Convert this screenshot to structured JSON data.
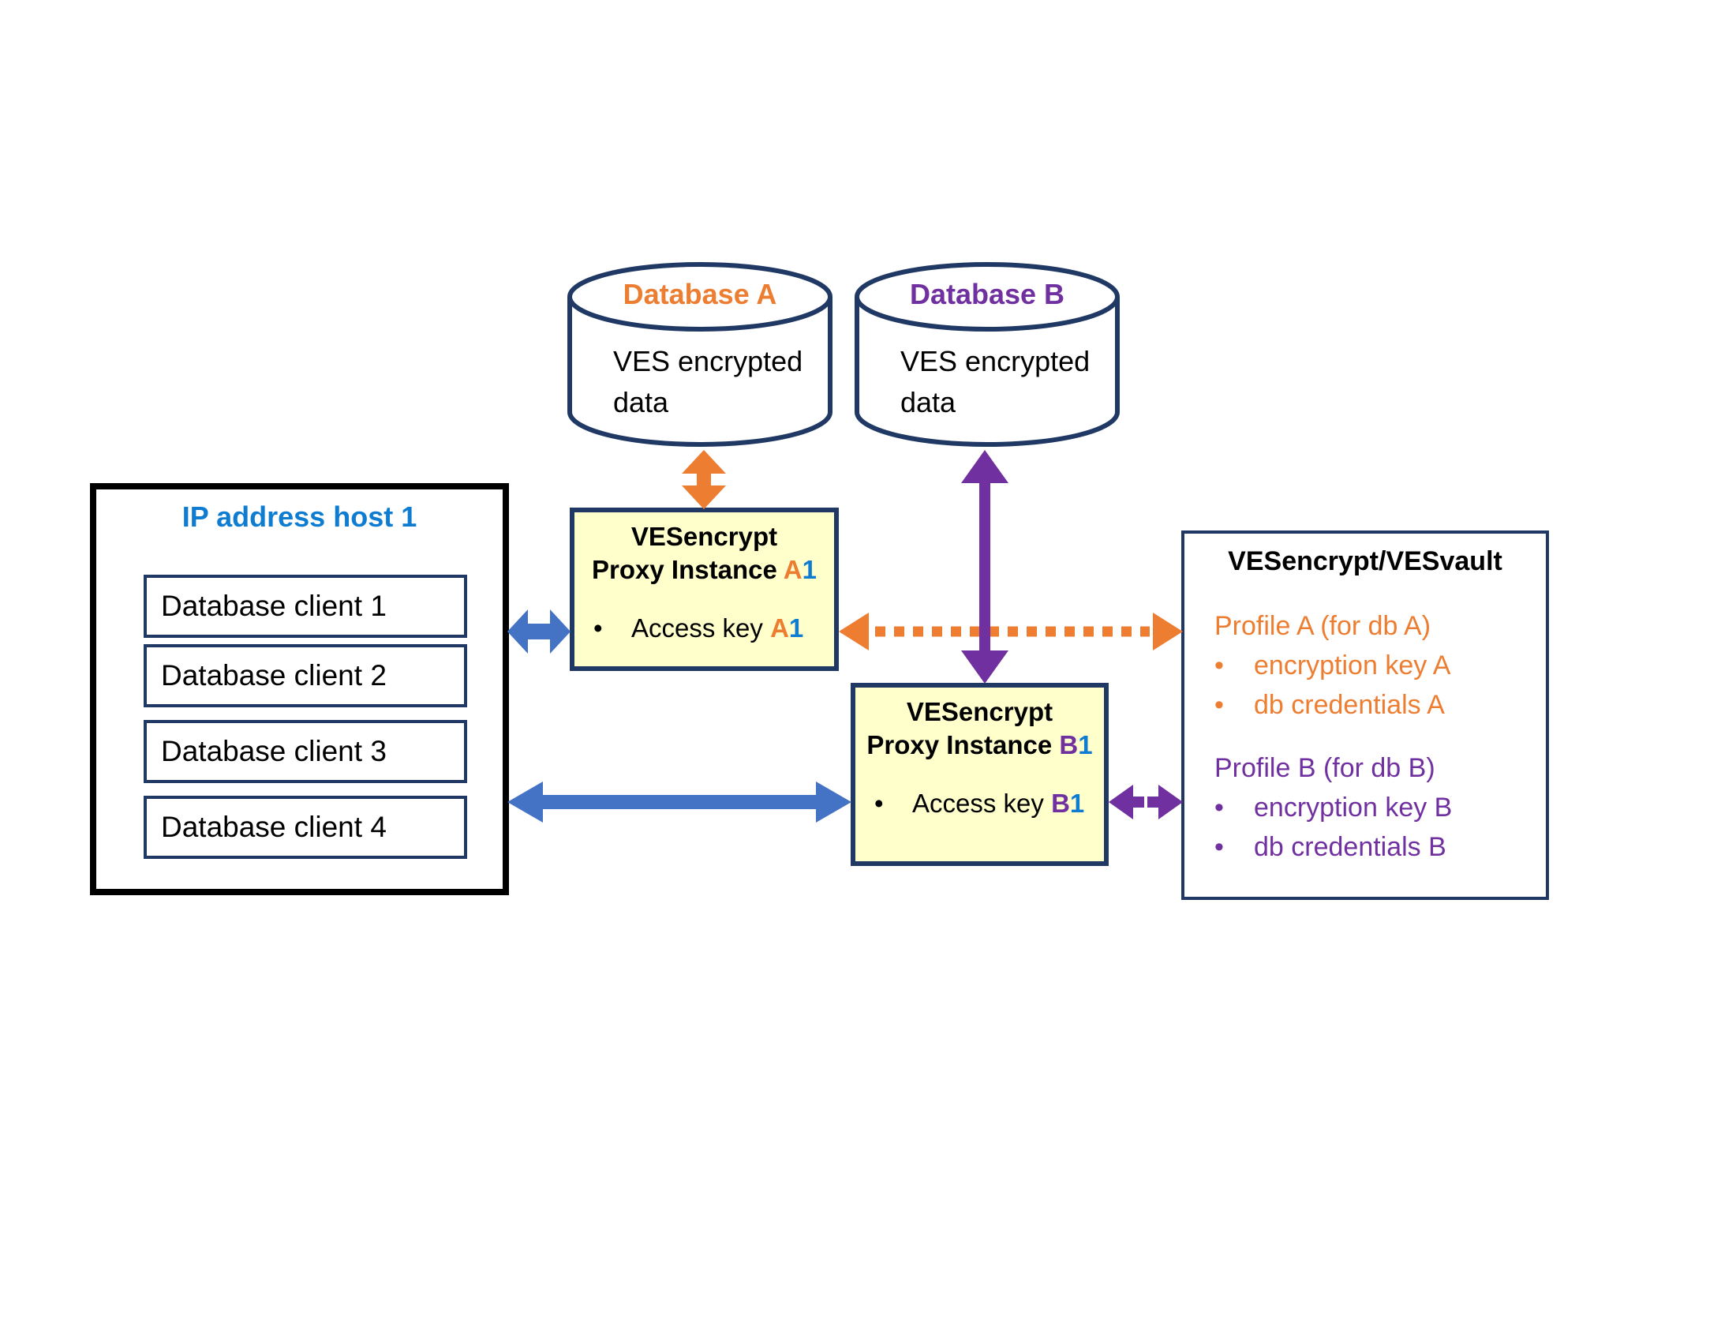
{
  "colors": {
    "orange": "#ED7D31",
    "purple": "#7030A0",
    "arrow-blue": "#4472C4",
    "text-blue": "#0E7CD1",
    "navy": "#1F3864",
    "box-yellow": "#FFFFCC",
    "ink": "#000000"
  },
  "databases": [
    {
      "title": "Database A",
      "body": "VES encrypted data"
    },
    {
      "title": "Database B",
      "body": "VES encrypted data"
    }
  ],
  "host": {
    "title": "IP address host 1",
    "clients": [
      "Database client 1",
      "Database client 2",
      "Database client 3",
      "Database client 4"
    ]
  },
  "proxies": [
    {
      "title": "VESencrypt",
      "subtitle": "Proxy Instance",
      "id_letter": "A",
      "id_digit": "1",
      "bullet": "•",
      "access_label": "Access key"
    },
    {
      "title": "VESencrypt",
      "subtitle": "Proxy Instance",
      "id_letter": "B",
      "id_digit": "1",
      "bullet": "•",
      "access_label": "Access key"
    }
  ],
  "vault": {
    "title": "VESencrypt/VESvault",
    "profiles": [
      {
        "heading": "Profile A (for db A)",
        "bullet": "•",
        "items": [
          "encryption key A",
          "db credentials A"
        ]
      },
      {
        "heading": "Profile B (for db B)",
        "bullet": "•",
        "items": [
          "encryption key B",
          "db credentials B"
        ]
      }
    ]
  }
}
